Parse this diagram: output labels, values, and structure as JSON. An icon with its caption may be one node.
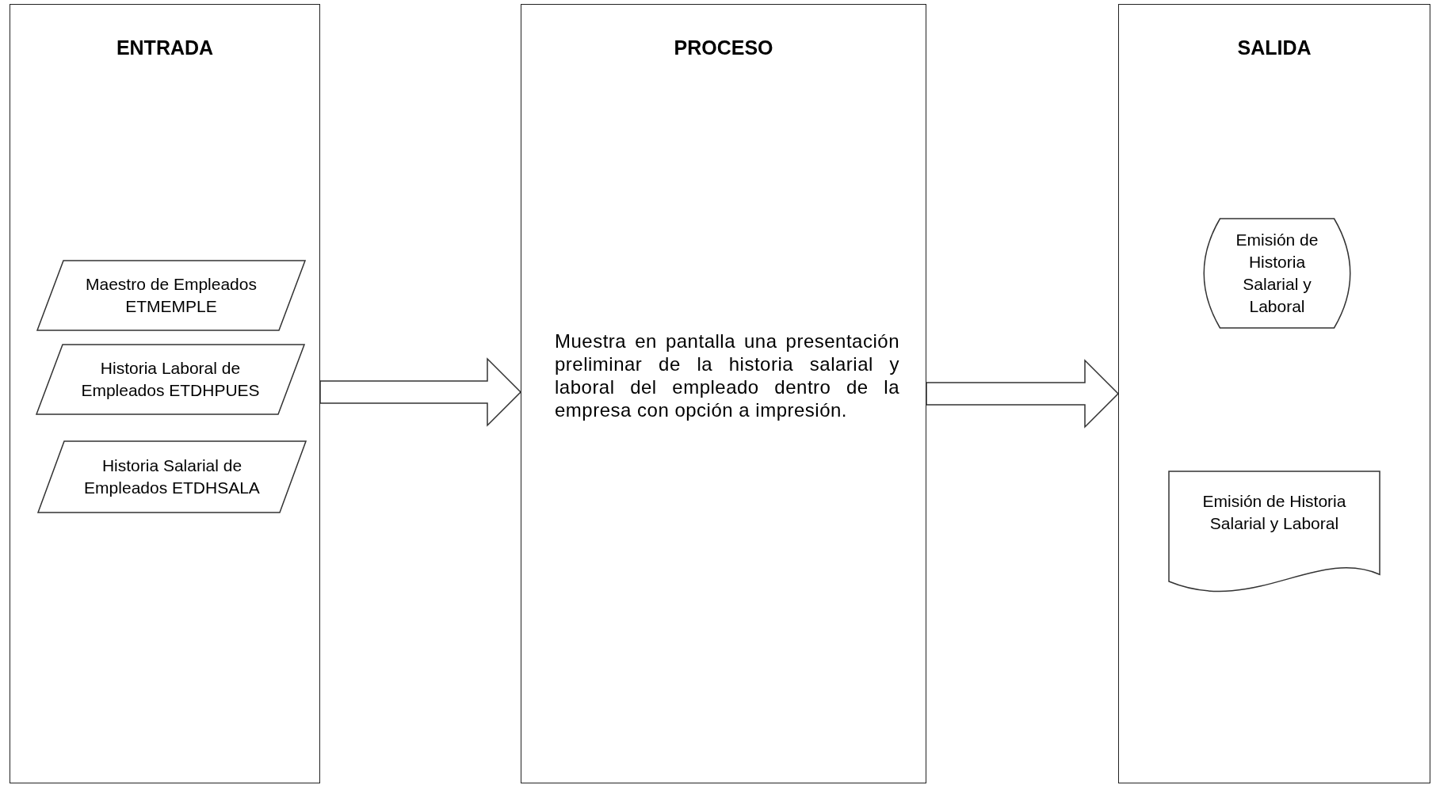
{
  "diagram": {
    "nodes": [
      {
        "text": [
          "ENTRADA"
        ]
      },
      {
        "text": [
          "Maestro de Empleados ETMEMPLE"
        ],
        "in": 0
      },
      {
        "text": [
          "Historia Laboral de Empleados ETDHPUES"
        ],
        "in": 0
      },
      {
        "text": [
          "Historia Salarial de Empleados ETDHSALA"
        ],
        "in": 0
      },
      {
        "text": [
          "PROCESO",
          "Muestra en pantalla una presentación preliminar de la historia salarial y laboral del empleado dentro de la empresa con opción a impresión."
        ]
      },
      {
        "text": [
          "SALIDA"
        ]
      },
      {
        "text": [
          "Emisión de Historia Salarial y Laboral"
        ],
        "in": 5
      },
      {
        "text": [
          "Emisión de Historia Salarial y Laboral"
        ],
        "in": 5
      }
    ],
    "edges": [
      {
        "from": 0,
        "to": 4,
        "arrow": "to",
        "style": "thick"
      },
      {
        "from": 4,
        "to": 5,
        "arrow": "to",
        "style": "thick"
      }
    ]
  }
}
